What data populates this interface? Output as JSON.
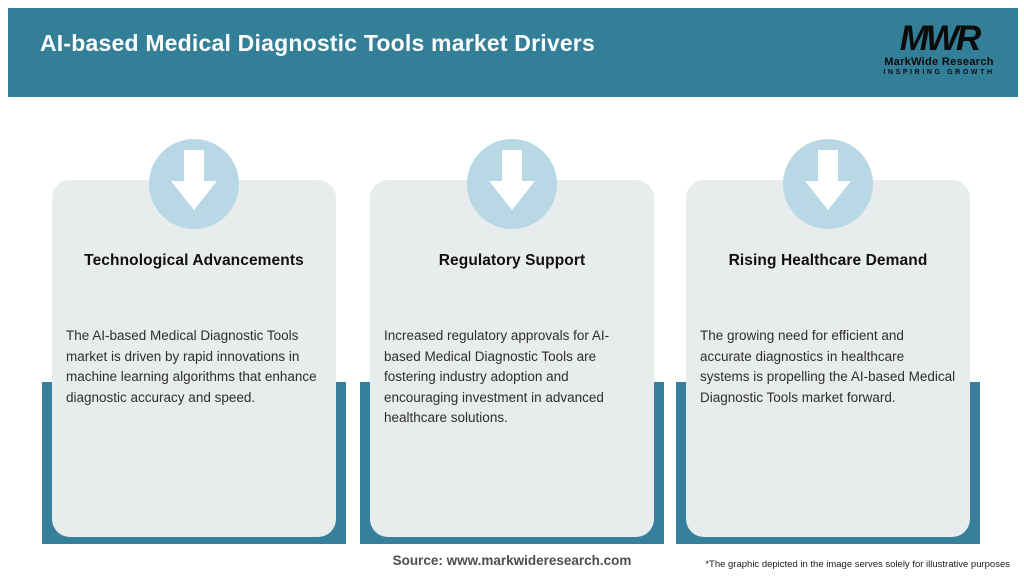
{
  "header": {
    "title": "AI-based Medical Diagnostic Tools market Drivers",
    "logo": {
      "acronym": "MWR",
      "name": "MarkWide Research",
      "tagline": "INSPIRING GROWTH"
    }
  },
  "cards": [
    {
      "icon": "down-arrow-icon",
      "title": "Technological Advancements",
      "body": "The AI-based Medical Diagnostic Tools market is driven by rapid innovations in machine learning algorithms that enhance diagnostic accuracy and speed."
    },
    {
      "icon": "down-arrow-icon",
      "title": "Regulatory Support",
      "body": "Increased regulatory approvals for AI-based Medical Diagnostic Tools are fostering industry adoption and encouraging investment in advanced healthcare solutions."
    },
    {
      "icon": "down-arrow-icon",
      "title": "Rising Healthcare Demand",
      "body": "The growing need for efficient and accurate diagnostics in healthcare systems is propelling the AI-based Medical Diagnostic Tools market forward."
    }
  ],
  "footer": {
    "source": "Source: www.markwideresearch.com",
    "disclaimer": "*The graphic depicted in the image serves solely for illustrative purposes"
  },
  "colors": {
    "header_teal": "#337F98",
    "band_teal": "#36809B",
    "circle_blue": "#B7D8E4",
    "card_gray": "#E9ECEC"
  }
}
